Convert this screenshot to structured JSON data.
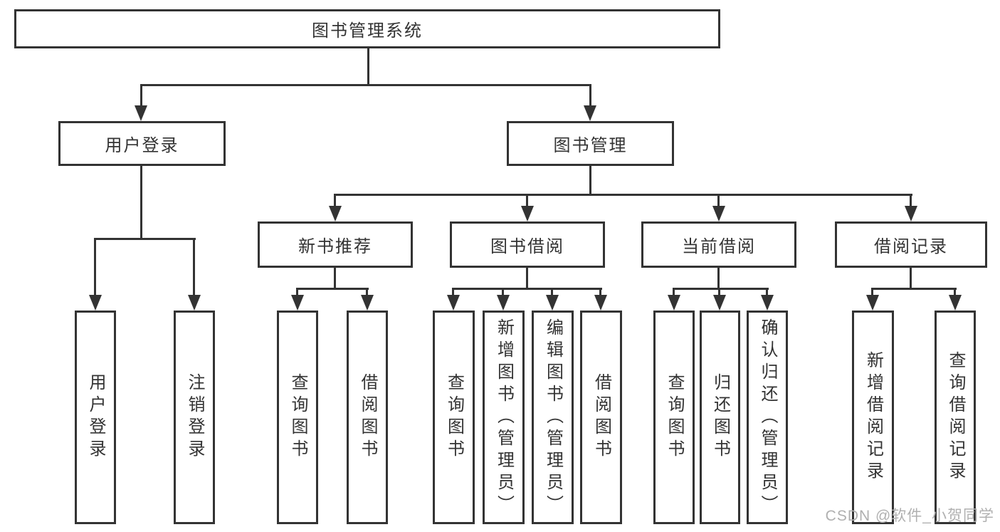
{
  "diagram": {
    "title_node": "图书管理系统",
    "root": {
      "label": "图书管理系统"
    },
    "branches": [
      {
        "label": "用户登录",
        "children": [
          {
            "label": "用户登录"
          },
          {
            "label": "注销登录"
          }
        ]
      },
      {
        "label": "图书管理",
        "children": [
          {
            "label": "新书推荐",
            "children": [
              {
                "label": "查询图书"
              },
              {
                "label": "借阅图书"
              }
            ]
          },
          {
            "label": "图书借阅",
            "children": [
              {
                "label": "查询图书"
              },
              {
                "label": "新增图书（管理员）"
              },
              {
                "label": "编辑图书（管理员）"
              },
              {
                "label": "借阅图书"
              }
            ]
          },
          {
            "label": "当前借阅",
            "children": [
              {
                "label": "查询图书"
              },
              {
                "label": "归还图书"
              },
              {
                "label": "确认归还（管理员）"
              }
            ]
          },
          {
            "label": "借阅记录",
            "children": [
              {
                "label": "新增借阅记录"
              },
              {
                "label": "查询借阅记录"
              }
            ]
          }
        ]
      }
    ]
  },
  "watermark": {
    "text": "CSDN @软件_小贺同学"
  },
  "colors": {
    "line": "#333333",
    "text": "#333333",
    "background": "#ffffff",
    "watermark": "#b0b0b0"
  }
}
